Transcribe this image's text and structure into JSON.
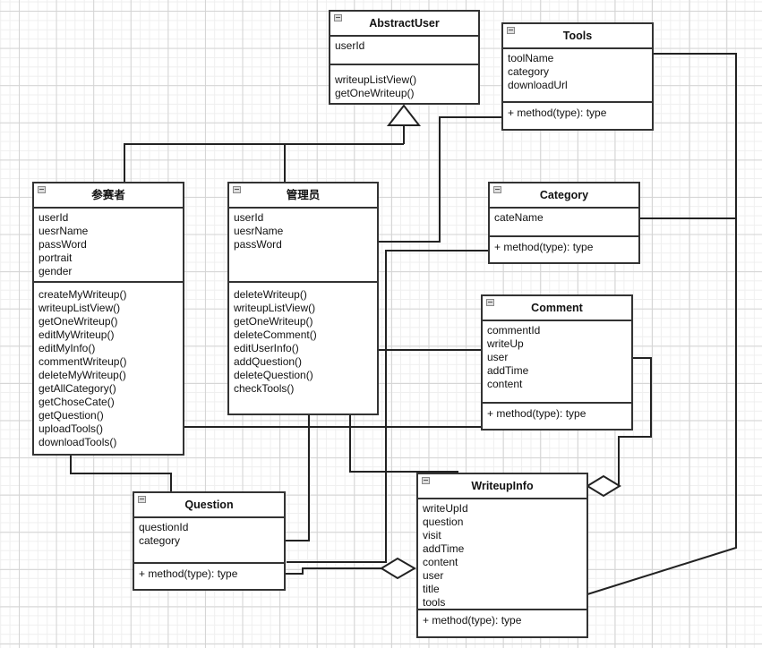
{
  "diagram": {
    "type": "UML class diagram",
    "classes": {
      "abstractUser": {
        "name": "AbstractUser",
        "attributes": [
          "userId"
        ],
        "methods": [
          "writeupListView()",
          "getOneWriteup()"
        ]
      },
      "tools": {
        "name": "Tools",
        "attributes": [
          "toolName",
          "category",
          "downloadUrl"
        ],
        "methods": [
          "+ method(type): type"
        ]
      },
      "participant": {
        "name": "参赛者",
        "attributes": [
          "userId",
          "uesrName",
          "passWord",
          "portrait",
          "gender"
        ],
        "methods": [
          "createMyWriteup()",
          "writeupListView()",
          "getOneWriteup()",
          "editMyWriteup()",
          "editMyInfo()",
          "commentWriteup()",
          "deleteMyWriteup()",
          "getAllCategory()",
          "getChoseCate()",
          "getQuestion()",
          "uploadTools()",
          "downloadTools()"
        ]
      },
      "admin": {
        "name": "管理员",
        "attributes": [
          "userId",
          "uesrName",
          "passWord"
        ],
        "methods": [
          "deleteWriteup()",
          "writeupListView()",
          "getOneWriteup()",
          "deleteComment()",
          "editUserInfo()",
          "addQuestion()",
          "deleteQuestion()",
          "checkTools()"
        ]
      },
      "category": {
        "name": "Category",
        "attributes": [
          "cateName"
        ],
        "methods": [
          "+ method(type): type"
        ]
      },
      "comment": {
        "name": "Comment",
        "attributes": [
          "commentId",
          "writeUp",
          "user",
          "addTime",
          "content"
        ],
        "methods": [
          "+ method(type): type"
        ]
      },
      "question": {
        "name": "Question",
        "attributes": [
          "questionId",
          "category"
        ],
        "methods": [
          "+ method(type): type"
        ]
      },
      "writeupInfo": {
        "name": "WriteupInfo",
        "attributes": [
          "writeUpId",
          "question",
          "visit",
          "addTime",
          "content",
          "user",
          "title",
          "tools"
        ],
        "methods": [
          "+ method(type): type"
        ]
      }
    },
    "relations": [
      {
        "type": "generalization",
        "from": "参赛者",
        "to": "AbstractUser"
      },
      {
        "type": "generalization",
        "from": "管理员",
        "to": "AbstractUser"
      },
      {
        "type": "association",
        "from": "管理员",
        "to": "Tools"
      },
      {
        "type": "association",
        "from": "管理员",
        "to": "Category"
      },
      {
        "type": "association",
        "from": "管理员",
        "to": "Comment"
      },
      {
        "type": "association",
        "from": "管理员",
        "to": "Question"
      },
      {
        "type": "association",
        "from": "管理员",
        "to": "WriteupInfo"
      },
      {
        "type": "association",
        "from": "参赛者",
        "to": "Comment"
      },
      {
        "type": "association",
        "from": "参赛者",
        "to": "Question"
      },
      {
        "type": "association",
        "from": "Tools",
        "to": "WriteupInfo"
      },
      {
        "type": "association",
        "from": "Category",
        "to": "Question"
      },
      {
        "type": "aggregation",
        "from": "Comment",
        "to": "WriteupInfo"
      },
      {
        "type": "aggregation",
        "from": "Question",
        "to": "WriteupInfo"
      }
    ]
  }
}
